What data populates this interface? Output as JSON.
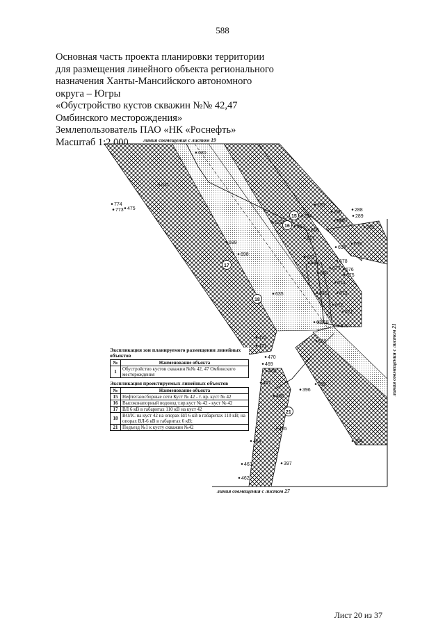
{
  "page": {
    "number": "588",
    "sheet": "Лист 20 из 37"
  },
  "title_lines": [
    "Основная часть проекта планировки территории",
    "для размещения линейного объекта регионального",
    "назначения Ханты-Мансийского автономного",
    "округа – Югры",
    "«Обустройство кустов скважин №№ 42,47",
    "Омбинского месторождения»",
    "Землепользователь ПАО «НК «Роснефть»",
    "Масштаб 1:2 000"
  ],
  "map": {
    "top_line_label": "линия совмещения с листом 19",
    "bottom_line_label": "линия совмещения с листом 27",
    "right_line_label": "линия совмещения с листом 21",
    "circle_labels": [
      "15",
      "16",
      "17",
      "18",
      "21"
    ],
    "point_labels": {
      "p630": "630",
      "p774": "774",
      "p773": "773",
      "p475": "475",
      "p631": "631",
      "p285": "285",
      "p286": "286",
      "p284": "284",
      "p287": "287",
      "p288": "288",
      "p289": "289",
      "p290": "290",
      "p291": "291",
      "p616": "616",
      "p617": "617",
      "p313": "313",
      "p623": "623",
      "p655": "655",
      "p659": "659",
      "p678": "678",
      "p677": "677",
      "p676": "676",
      "p675": "675",
      "p674": "674",
      "p673": "673",
      "p672": "672",
      "p671": "671",
      "p670": "670",
      "p669": "669",
      "p668": "668",
      "p699": "699",
      "p698": "698",
      "p632": "632",
      "p633": "633",
      "p634": "634",
      "p635": "635",
      "p636": "636",
      "p637": "637",
      "p472": "472",
      "p471": "471",
      "p470": "470",
      "p469": "469",
      "p468": "468",
      "p467": "467",
      "p466": "466",
      "p396": "396",
      "p395": "395",
      "p394": "394",
      "p465": "465",
      "p464": "464",
      "p463": "463",
      "p462": "462",
      "p397": "397"
    }
  },
  "legend1": {
    "caption": "Экспликация зон планируемого размещения линейных объектов",
    "header": [
      "№",
      "Наименование объекта"
    ],
    "rows": [
      {
        "n": "1",
        "name": "Обустройство кустов скважин №№ 42, 47 Омбинского месторождения"
      }
    ]
  },
  "legend2": {
    "caption": "Экспликация проектируемых линейных объектов",
    "header": [
      "№",
      "Наименование объекта"
    ],
    "rows": [
      {
        "n": "15",
        "name": "Нефтегазосборные сети Куст № 42 - т. вр. куст № 42"
      },
      {
        "n": "16",
        "name": "Высоконапорный водовод т.вр.куст № 42 - куст № 42"
      },
      {
        "n": "17",
        "name": "ВЛ 6 кВ в габаритах 110 кВ на куст 42"
      },
      {
        "n": "18",
        "name": "ВОЛС на куст 42 на опорах ВЛ 6 кВ в габаритах 110 кВ; на опорах ВЛ-6 кВ в габаритах 6 кВ;"
      },
      {
        "n": "21",
        "name": "Подъезд №1 к кусту скважин №42"
      }
    ]
  }
}
